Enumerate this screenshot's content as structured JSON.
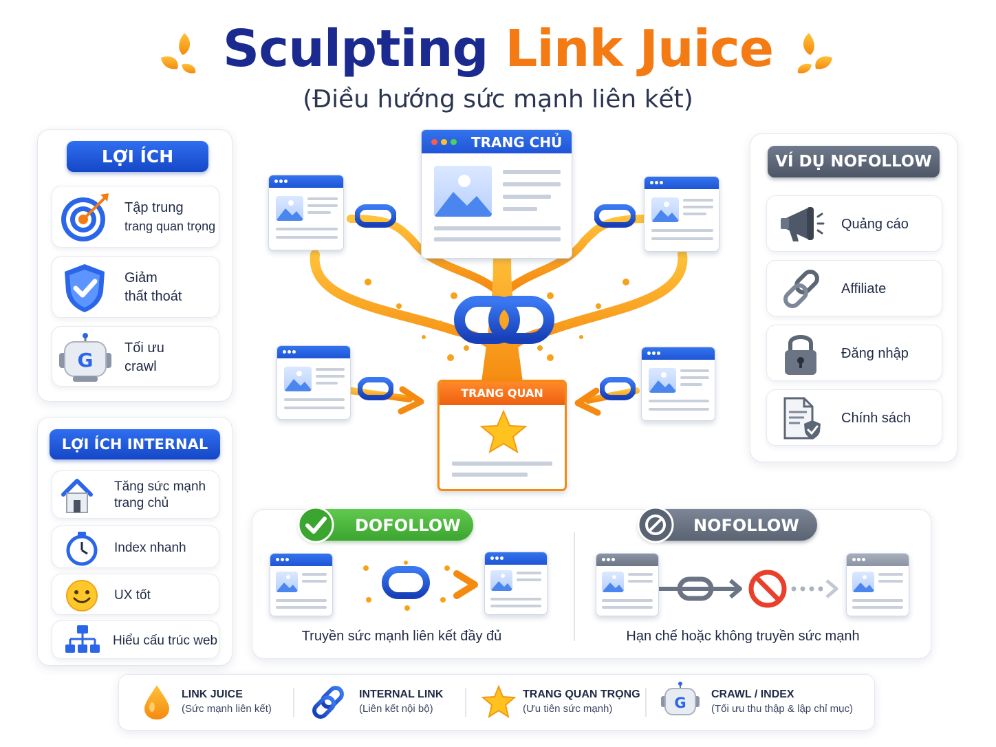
{
  "title": {
    "part1": "Sculpting",
    "part2": "Link Juice"
  },
  "subtitle": "(Điều hướng sức mạnh liên kết)",
  "benefits": {
    "header": "LỢI ÍCH",
    "items": [
      {
        "icon": "target-icon",
        "line1": "Tập trung",
        "line2": "trang quan trọng"
      },
      {
        "icon": "shield-check-icon",
        "line1": "Giảm",
        "line2": "thất thoát"
      },
      {
        "icon": "google-robot-icon",
        "line1": "Tối ưu",
        "line2": "crawl"
      }
    ]
  },
  "internal": {
    "header": "LỢI ÍCH INTERNAL LINK",
    "items": [
      {
        "icon": "home-icon",
        "line1": "Tăng sức mạnh",
        "line2": "trang chủ"
      },
      {
        "icon": "stopwatch-icon",
        "line1": "Index nhanh",
        "line2": ""
      },
      {
        "icon": "smiley-icon",
        "line1": "UX tốt",
        "line2": ""
      },
      {
        "icon": "sitemap-icon",
        "line1": "Hiểu cấu trúc web",
        "line2": ""
      }
    ]
  },
  "nofollow_examples": {
    "header": "VÍ DỤ NOFOLLOW",
    "items": [
      {
        "icon": "megaphone-icon",
        "label": "Quảng cáo"
      },
      {
        "icon": "chain-link-icon",
        "label": "Affiliate"
      },
      {
        "icon": "padlock-icon",
        "label": "Đăng nhập"
      },
      {
        "icon": "policy-document-icon",
        "label": "Chính sách"
      }
    ]
  },
  "diagram": {
    "home_label": "TRANG CHỦ",
    "important_label": "TRANG QUAN TRỌNG"
  },
  "compare": {
    "dofollow": {
      "label": "DOFOLLOW",
      "caption": "Truyền sức mạnh liên kết đầy đủ"
    },
    "nofollow": {
      "label": "NOFOLLOW",
      "caption": "Hạn chế hoặc không truyền sức mạnh"
    }
  },
  "legend": [
    {
      "icon": "juice-drop-icon",
      "title": "LINK JUICE",
      "sub": "(Sức mạnh liên kết)"
    },
    {
      "icon": "link-icon",
      "title": "INTERNAL LINK",
      "sub": "(Liên kết nội bộ)"
    },
    {
      "icon": "star-icon",
      "title": "TRANG QUAN TRỌNG",
      "sub": "(Ưu tiên sức mạnh)"
    },
    {
      "icon": "google-robot-icon",
      "title": "CRAWL / INDEX",
      "sub": "(Tối ưu thu thập & lập chỉ mục)"
    }
  ],
  "colors": {
    "navy": "#1a2a8f",
    "orange": "#f47a14",
    "blue": "#1f55d6",
    "green": "#43b53a",
    "grey": "#5d6675",
    "juice": "#f7a21b"
  }
}
